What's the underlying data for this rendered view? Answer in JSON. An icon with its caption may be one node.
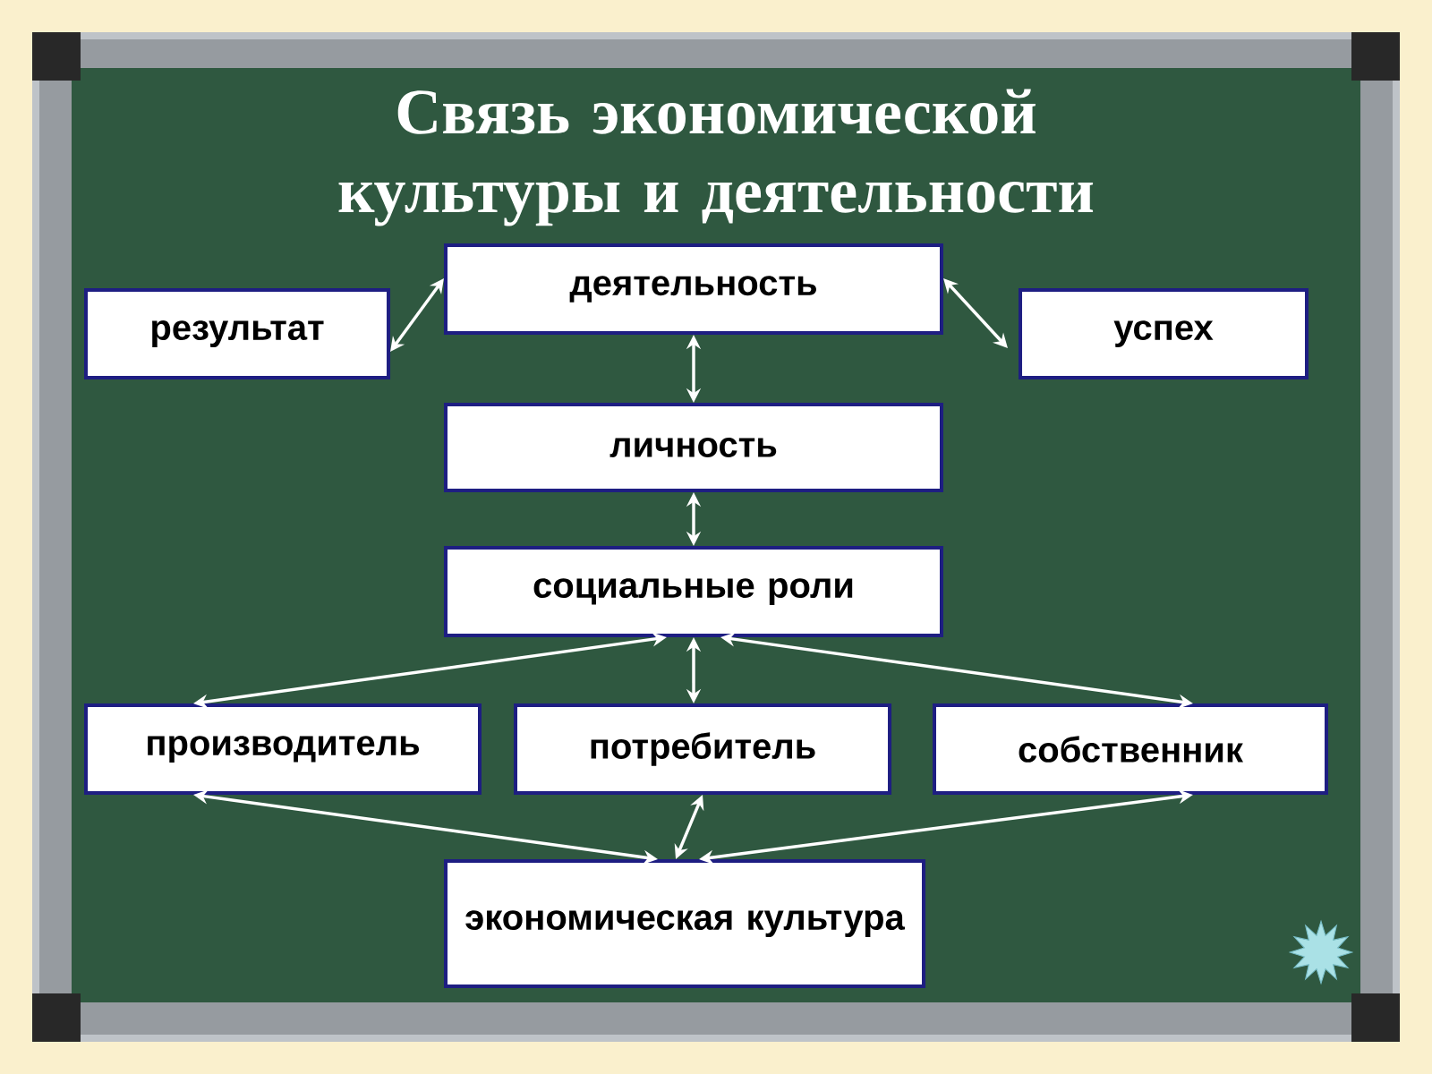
{
  "diagram": {
    "title": "Связь экономической культуры и деятельности",
    "nodes": [
      {
        "text": [
          "деятельность"
        ]
      },
      {
        "text": [
          "результат"
        ]
      },
      {
        "text": [
          "успех"
        ]
      },
      {
        "text": [
          "личность"
        ]
      },
      {
        "text": [
          "социальные роли"
        ]
      },
      {
        "text": [
          "производитель"
        ]
      },
      {
        "text": [
          "потребитель"
        ]
      },
      {
        "text": [
          "собственник"
        ]
      },
      {
        "text": [
          "экономическая культура"
        ]
      }
    ],
    "edges": [
      {
        "from": 1,
        "to": 0,
        "arrow": "both"
      },
      {
        "from": 0,
        "to": 2,
        "arrow": "both"
      },
      {
        "from": 0,
        "to": 3,
        "arrow": "both"
      },
      {
        "from": 3,
        "to": 4,
        "arrow": "both"
      },
      {
        "from": 4,
        "to": 5,
        "arrow": "both"
      },
      {
        "from": 4,
        "to": 6,
        "arrow": "both"
      },
      {
        "from": 4,
        "to": 7,
        "arrow": "both"
      },
      {
        "from": 5,
        "to": 8,
        "arrow": "both"
      },
      {
        "from": 6,
        "to": 8,
        "arrow": "both"
      },
      {
        "from": 7,
        "to": 8,
        "arrow": "both"
      }
    ]
  }
}
